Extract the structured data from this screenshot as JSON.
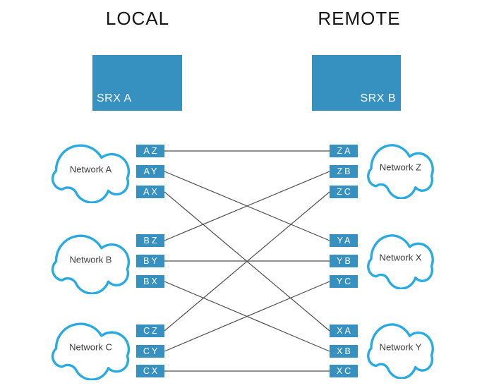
{
  "headings": {
    "local": "LOCAL",
    "remote": "REMOTE"
  },
  "devices": {
    "local": {
      "label": "SRX A"
    },
    "remote": {
      "label": "SRX B"
    }
  },
  "networks": {
    "local": [
      {
        "name": "Network A",
        "ports": [
          "AZ",
          "AY",
          "AX"
        ]
      },
      {
        "name": "Network B",
        "ports": [
          "BZ",
          "BY",
          "BX"
        ]
      },
      {
        "name": "Network C",
        "ports": [
          "CZ",
          "CY",
          "CX"
        ]
      }
    ],
    "remote": [
      {
        "name": "Network Z",
        "ports": [
          "ZA",
          "ZB",
          "ZC"
        ]
      },
      {
        "name": "Network X",
        "ports": [
          "YA",
          "YB",
          "YC"
        ]
      },
      {
        "name": "Network Y",
        "ports": [
          "XA",
          "XB",
          "XC"
        ]
      }
    ]
  },
  "connections": [
    [
      "AZ",
      "ZA"
    ],
    [
      "AY",
      "YA"
    ],
    [
      "AX",
      "XA"
    ],
    [
      "BZ",
      "ZB"
    ],
    [
      "BY",
      "YB"
    ],
    [
      "BX",
      "XB"
    ],
    [
      "CZ",
      "ZC"
    ],
    [
      "CY",
      "YC"
    ],
    [
      "CX",
      "XC"
    ]
  ],
  "colors": {
    "box_blue": "#3691c1",
    "cloud_stroke": "#29abe2",
    "line": "#4d4d4d",
    "port_text": "#ffffff",
    "heading_text": "#151515",
    "network_text": "#3c3c3c"
  }
}
